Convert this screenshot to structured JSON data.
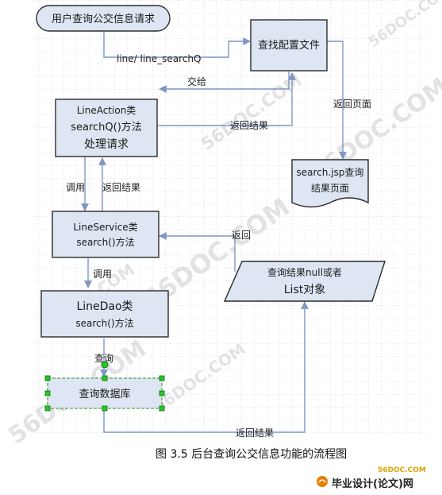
{
  "nodes": {
    "request": {
      "label": "用户查询公交信息请求"
    },
    "config": {
      "label": "查找配置文件"
    },
    "line_action": {
      "lines": [
        "LineAction类",
        "searchQ()方法",
        "处理请求"
      ]
    },
    "result_page": {
      "lines": [
        "search.jsp查询",
        "结果页面"
      ]
    },
    "line_service": {
      "lines": [
        "LineService类",
        "search()方法"
      ]
    },
    "line_dao": {
      "lines": [
        "LineDao类",
        "search()方法"
      ]
    },
    "db": {
      "label": "查询数据库"
    },
    "result_obj": {
      "lines": [
        "查询结果null或者",
        "List对象"
      ]
    }
  },
  "edges": {
    "path_label": "line/ line_searchQ",
    "handover": "交给",
    "return_page": "返回页面",
    "return_result_1": "返回结果",
    "call_1": "调用",
    "return_result_2": "返回结果",
    "return": "返回",
    "call_2": "调用",
    "query": "查询",
    "return_result_3": "返回结果"
  },
  "caption": "图 3.5 后台查询公交信息功能的流程图",
  "branding": {
    "site": "56DOC.COM",
    "name": "毕业设计(论文)网"
  },
  "watermark": "56DOC.COM",
  "colors": {
    "node_fill": "#dde6f2",
    "node_stroke": "#2b2b2b",
    "edge": "#7f96c2",
    "grid": "#b8c4d6",
    "handle": "#22cc22"
  }
}
